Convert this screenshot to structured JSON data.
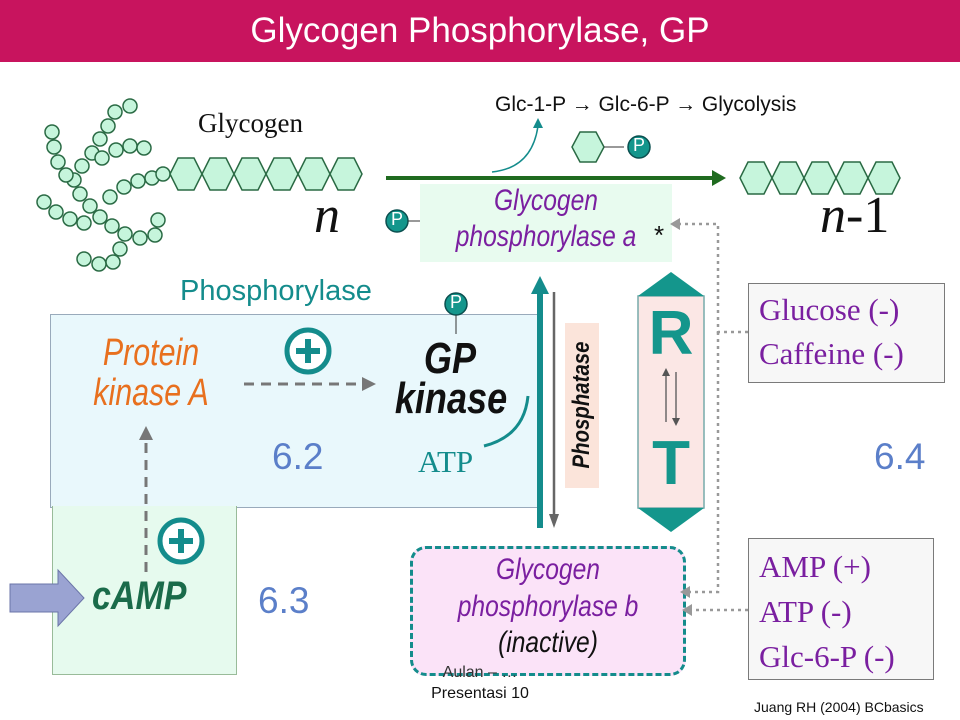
{
  "slide": {
    "title": "Glycogen Phosphorylase, GP",
    "footer_center": [
      "Aulan – …",
      "Presentasi 10"
    ],
    "citation": "Juang RH (2004) BCbasics"
  },
  "top": {
    "glycogen_label": "Glycogen",
    "pathway": "Glc-1-P → Glc-6-P → Glycolysis",
    "n_label": "n",
    "n_minus_1_label": "n-1",
    "phosphate_symbol": "P"
  },
  "enzyme_a": {
    "line1": "Glycogen",
    "line2": "phosphorylase a",
    "mark": "*"
  },
  "enzyme_b": {
    "line1": "Glycogen",
    "line2": "phosphorylase b",
    "line3": "(inactive)"
  },
  "kinase_panel": {
    "phosphorylase_label": "Phosphorylase",
    "pka_line1": "Protein",
    "pka_line2": "kinase A",
    "gp_line1": "GP",
    "gp_line2": "kinase",
    "plus": "+",
    "atp": "ATP",
    "section_a": "6.2"
  },
  "camp_panel": {
    "camp": "cAMP",
    "plus": "+",
    "section": "6.3"
  },
  "phosphatase": "Phosphatase",
  "rt": {
    "r": "R",
    "t": "T"
  },
  "effectors_top": [
    "Glucose (-)",
    "Caffeine (-)"
  ],
  "section_b": "6.4",
  "effectors_bottom": [
    "AMP (+)",
    "ATP (-)",
    "Glc-6-P (-)"
  ],
  "colors": {
    "header": "#c8145e",
    "hexagon_fill": "#c6f5dc",
    "hexagon_stroke": "#2a6a44",
    "dark_green_arrow": "#1f6b1f",
    "teal": "#148c8c",
    "purple_text": "#7a1fa0",
    "orange_text": "#e8701e",
    "blue_number": "#5b7fc9",
    "panel_blue": "#e9f8fc",
    "panel_green": "#e6faee",
    "pink_box": "#fbe3f8",
    "phosphatase_box": "#fbe4da"
  }
}
